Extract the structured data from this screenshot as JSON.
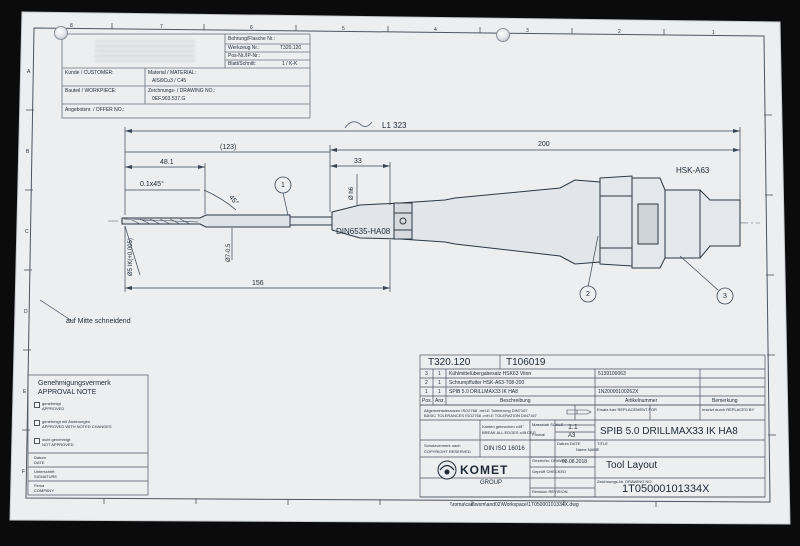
{
  "title_block": {
    "bohrung_label": "Bohrung/Flasche Nr.:",
    "werkzeug_label": "Werkzeug Nr.:",
    "werkzeug_value": "T320.120",
    "pos_label": "Pos-Nr./IP-Nr.:",
    "blatt_label": "Blatt/Schnitt:",
    "blatt_value": "1 / K-K",
    "kunde_label": "Kunde / CUSTOMER:",
    "material_label": "Material / MATERIAL:",
    "material_value": "AlSi9Cu3 / C45",
    "bauteil_label": "Bauteil / WORKPIECE:",
    "zeichnungs_label": "Zeichnungs- / DRAWING NO.:",
    "zeichnungs_value": "0EF.903.537.G",
    "angebot_label": "Angebotsnr. / OFFER NO.:"
  },
  "drawing": {
    "l1_label": "L1  323",
    "dim_123": "(123)",
    "dim_200": "200",
    "dim_48": "48.1",
    "dim_33": "33",
    "chamfer": "0.1x45°",
    "angle": "45°",
    "dim_156": "156",
    "dia_16": "Ø h6",
    "dia_7": "Ø7-0.5",
    "dia_5": "Ø5 IK(+0.005)",
    "din_label": "DIN6535-HA08",
    "hsk_label": "HSK-A63",
    "note": "auf Mitte schneidend",
    "callout_1": "1",
    "callout_2": "2",
    "callout_3": "3"
  },
  "parts_table": {
    "ids": [
      "T320.120",
      "T106019"
    ],
    "rows": [
      {
        "pos": "3",
        "qty": "1",
        "desc": "Kühlmittelübergabesatz HSK63 Viton",
        "art": "5139100063"
      },
      {
        "pos": "2",
        "qty": "1",
        "desc": "Schrumpffutter HSK-A63-T08-200",
        "art": ""
      },
      {
        "pos": "1",
        "qty": "1",
        "desc": "SPIB 5.0 DRILLMAX33 IK HA8",
        "art": "1N20000100262X"
      }
    ],
    "headers": {
      "pos": "Pos.",
      "qty": "Anz.",
      "desc": "Beschreibung",
      "art": "Artikelnummer",
      "rem": "Bemerkung"
    }
  },
  "approval": {
    "title_de": "Genehmigungsvermerk",
    "title_en": "APPROVAL NOTE",
    "opt1_de": "genehmigt",
    "opt1_en": "APPROVED",
    "opt2_de": "genehmigt mit Änderungen",
    "opt2_en": "APPROVED WITH NOTED CHANGES",
    "opt3_de": "nicht genehmigt",
    "opt3_en": "NOT APPROVED",
    "datum_de": "Datum",
    "datum_en": "DATE",
    "unterschrift_de": "Unterschrift",
    "unterschrift_en": "SIGNATURE",
    "firma_de": "Firma",
    "firma_en": "COMPANY"
  },
  "footer": {
    "tol_de": "Allgemeintoleranzen ISO2768 -mH-E  Tolerierung DIN7167",
    "tol_en": "BASIC TOLERANCES ISO2768 -mH-E  TOLERATION DIN7167",
    "kanten_de": "Kanten gebrochen  x45°",
    "kanten_en": "BREAK ALL EDGES  x45 DEG",
    "massstab_label": "Massstab SCALE",
    "massstab_value": "1:1",
    "format_label": "Format",
    "format_value": "A3",
    "datum_label": "Datum DATE",
    "name_label": "Name NAME",
    "schutz_de": "Schutzvermerk nach",
    "schutz_en": "COPYRIGHT RESERVED",
    "din": "DIN ISO 16016",
    "gezeichnet_label": "Gezeichn. DRAWN",
    "gezeichnet_date": "03.08.2018",
    "geprueft_label": "Geprüft CHECKED",
    "revision_label": "Revision REVISION",
    "ersatz_label": "Ersatz fuer REPLACEMENT FOR",
    "ersetzt_label": "ersetzt durch REPLACED BY",
    "product_title": "SPIB 5.0 DRILLMAX33 IK HA8",
    "title_label": "TITLE",
    "layout_title": "Tool Layout",
    "zeichnungs_label": "Zeichnungs-Nr. DRAWING NO.",
    "zeichnungs_nr": "1T05000101334X",
    "company": "KOMET",
    "group": "GROUP",
    "path": "\\\\roma\\cad\\wsm\\and02\\Workspace\\1T05000101334X.dwg"
  },
  "border": {
    "cols": [
      "8",
      "7",
      "6",
      "5",
      "4",
      "3",
      "2",
      "1"
    ],
    "rows": [
      "A",
      "B",
      "C",
      "D",
      "E",
      "F"
    ]
  }
}
